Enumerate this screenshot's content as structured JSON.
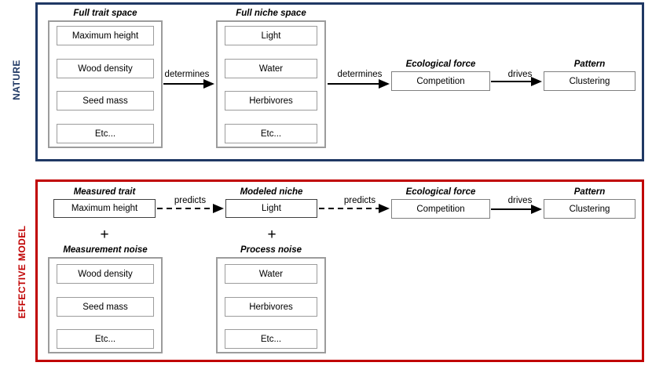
{
  "figure": {
    "sections": [
      {
        "id": "nature",
        "side_label": "NATURE",
        "border_color": "#1F3864"
      },
      {
        "id": "effective-model",
        "side_label": "EFFECTIVE  MODEL",
        "border_color": "#C00000"
      }
    ]
  },
  "nature": {
    "trait_group": {
      "caption": "Full trait space",
      "items": [
        "Maximum height",
        "Wood density",
        "Seed mass",
        "Etc..."
      ]
    },
    "niche_group": {
      "caption": "Full niche space",
      "items": [
        "Light",
        "Water",
        "Herbivores",
        "Etc..."
      ]
    },
    "force": {
      "caption": "Ecological force",
      "value": "Competition"
    },
    "pattern": {
      "caption": "Pattern",
      "value": "Clustering"
    },
    "arrows": [
      {
        "label": "determines",
        "style": "solid"
      },
      {
        "label": "determines",
        "style": "solid"
      },
      {
        "label": "drives",
        "style": "solid"
      }
    ]
  },
  "model": {
    "measured_trait": {
      "caption": "Measured trait",
      "value": "Maximum height"
    },
    "modeled_niche": {
      "caption": "Modeled niche",
      "value": "Light"
    },
    "force": {
      "caption": "Ecological force",
      "value": "Competition"
    },
    "pattern": {
      "caption": "Pattern",
      "value": "Clustering"
    },
    "measurement_noise": {
      "caption": "Measurement noise",
      "items": [
        "Wood density",
        "Seed mass",
        "Etc..."
      ]
    },
    "process_noise": {
      "caption": "Process noise",
      "items": [
        "Water",
        "Herbivores",
        "Etc..."
      ]
    },
    "plus_signs": [
      "+",
      "+"
    ],
    "arrows": [
      {
        "label": "predicts",
        "style": "dashed"
      },
      {
        "label": "predicts",
        "style": "dashed"
      },
      {
        "label": "drives",
        "style": "solid"
      }
    ]
  },
  "colors": {
    "nature_border": "#1F3864",
    "model_border": "#C00000",
    "group_border": "#9C9C9C",
    "box_border": "#9C9C9C",
    "text": "#000000",
    "background": "#FFFFFF"
  }
}
